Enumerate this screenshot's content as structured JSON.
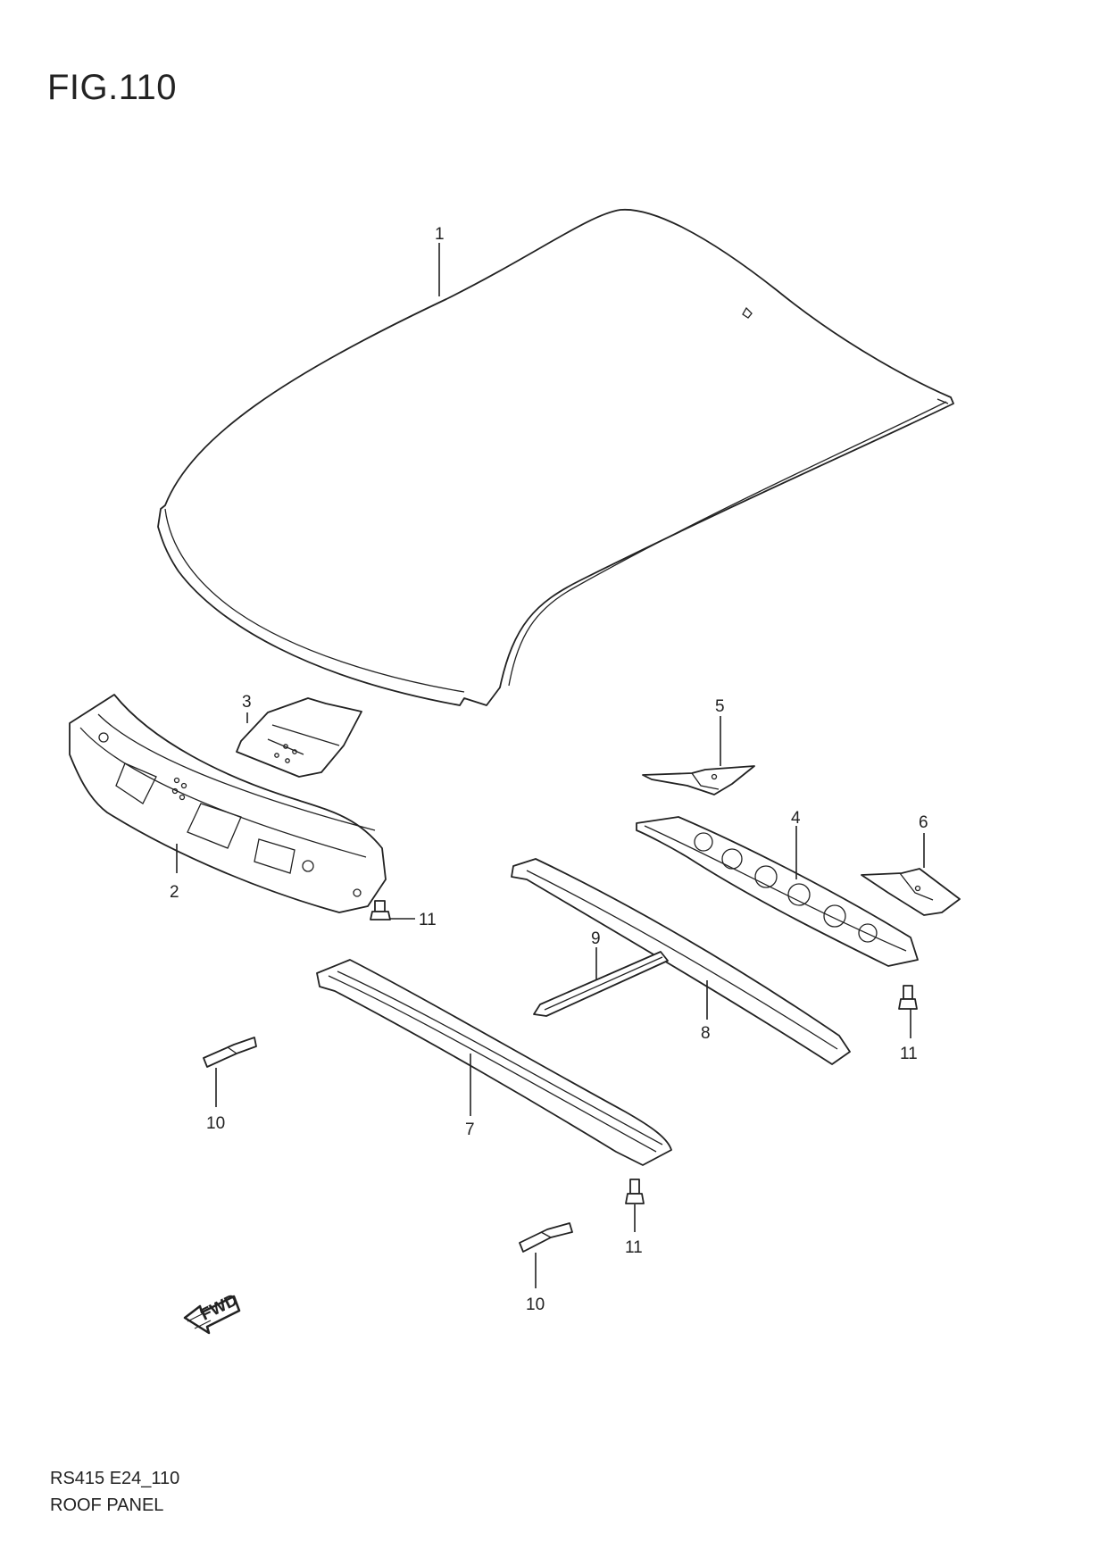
{
  "figure": {
    "title": "FIG.110"
  },
  "footer": {
    "code": "RS415 E24_110",
    "name": "ROOF PANEL"
  },
  "callouts": [
    {
      "id": "c1",
      "label": "1"
    },
    {
      "id": "c2",
      "label": "2"
    },
    {
      "id": "c3",
      "label": "3"
    },
    {
      "id": "c4",
      "label": "4"
    },
    {
      "id": "c5",
      "label": "5"
    },
    {
      "id": "c6",
      "label": "6"
    },
    {
      "id": "c7",
      "label": "7"
    },
    {
      "id": "c8",
      "label": "8"
    },
    {
      "id": "c9",
      "label": "9"
    },
    {
      "id": "c10a",
      "label": "10"
    },
    {
      "id": "c10b",
      "label": "10"
    },
    {
      "id": "c11a",
      "label": "11"
    },
    {
      "id": "c11b",
      "label": "11"
    },
    {
      "id": "c11c",
      "label": "11"
    }
  ],
  "fwd_symbol": {
    "label": "FWD"
  }
}
